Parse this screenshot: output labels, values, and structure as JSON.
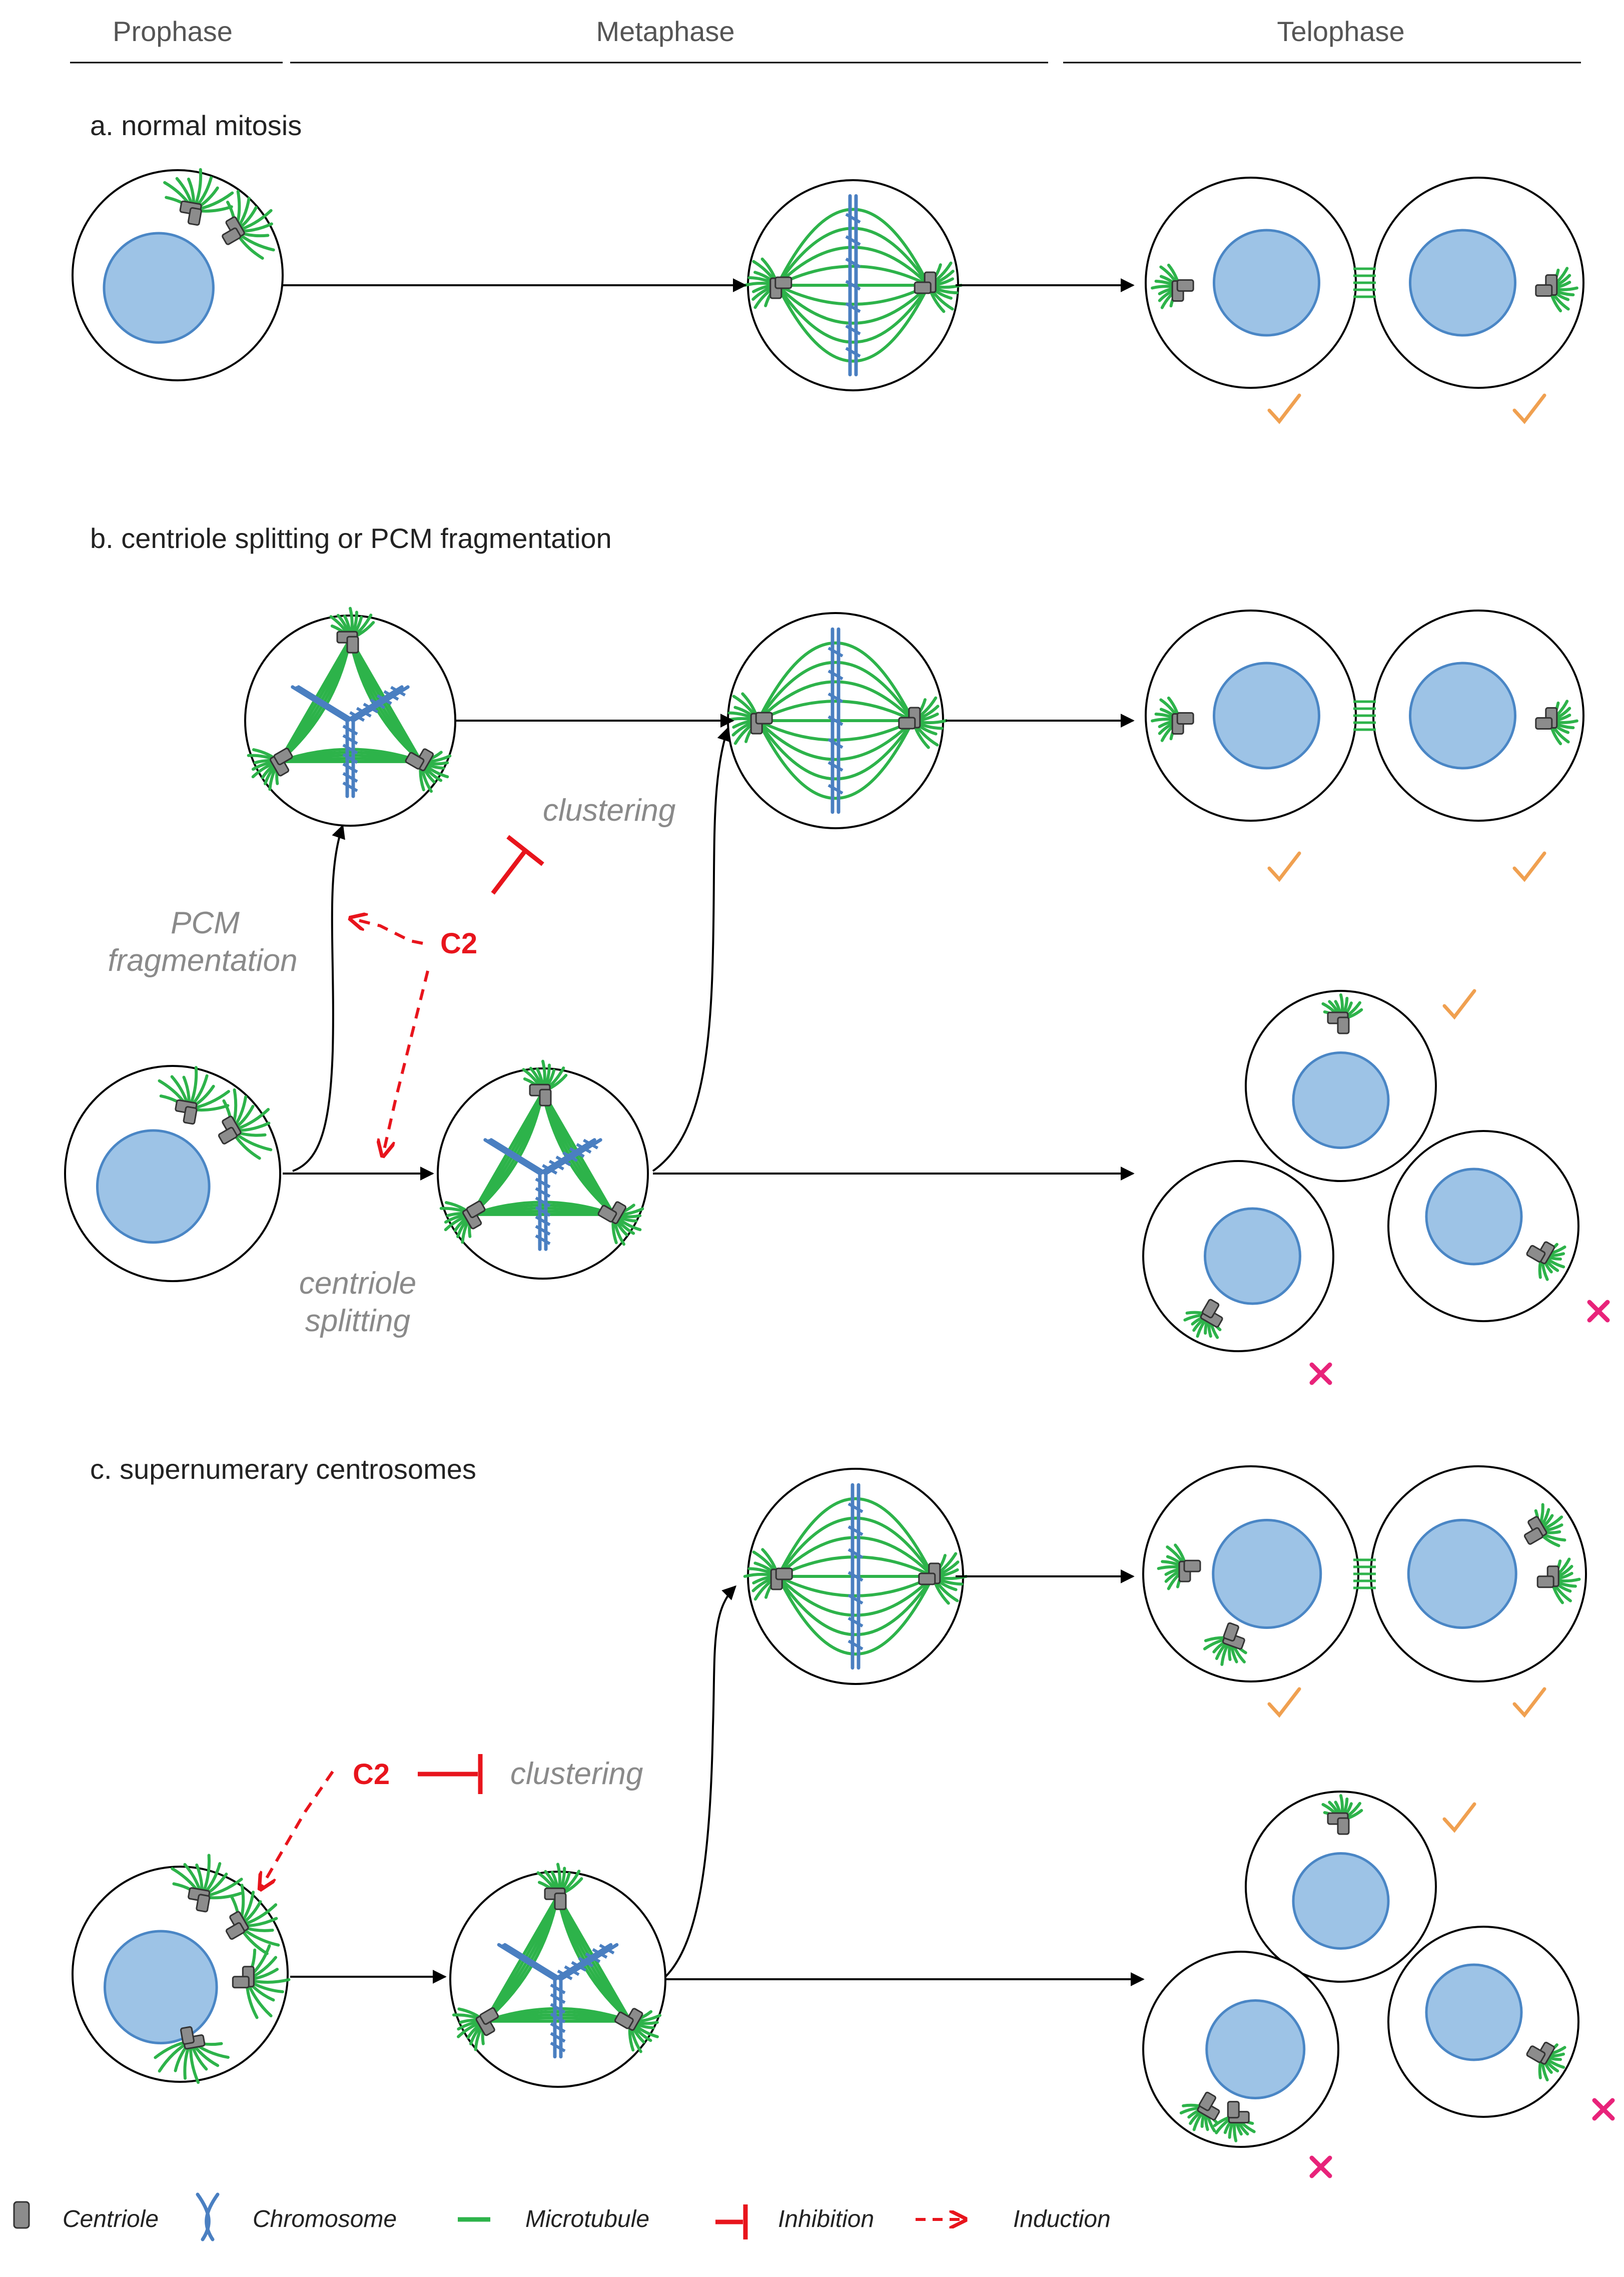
{
  "phases": [
    "Prophase",
    "Metaphase",
    "Telophase"
  ],
  "sections": {
    "a": "a. normal mitosis",
    "b": "b. centriole splitting or PCM fragmentation",
    "c": "c. supernumerary  centrosomes"
  },
  "labels": {
    "pcm_line1": "PCM",
    "pcm_line2": "fragmentation",
    "centriole_line1": "centriole",
    "centriole_line2": "splitting",
    "clustering_b": "clustering",
    "clustering_c": "clustering",
    "drug_b": "C2",
    "drug_c": "C2"
  },
  "legend": {
    "centriole": "Centriole",
    "chromosome": "Chromosome",
    "microtubule": "Microtubule",
    "inhibition": "Inhibition",
    "induction": "Induction"
  },
  "colors": {
    "microtubule": "#2db34a",
    "centriole": "#8c8c8c",
    "nucleus_fill": "#9dc3e6",
    "nucleus_stroke": "#4a86c5",
    "chromosome": "#4a7fc1",
    "inhibition": "#e8141c",
    "induction": "#e8141c",
    "check": "#f0a050",
    "cross": "#e8237a",
    "arrow": "#000000"
  },
  "outcome_icons": [
    "check-icon",
    "cross-icon"
  ]
}
